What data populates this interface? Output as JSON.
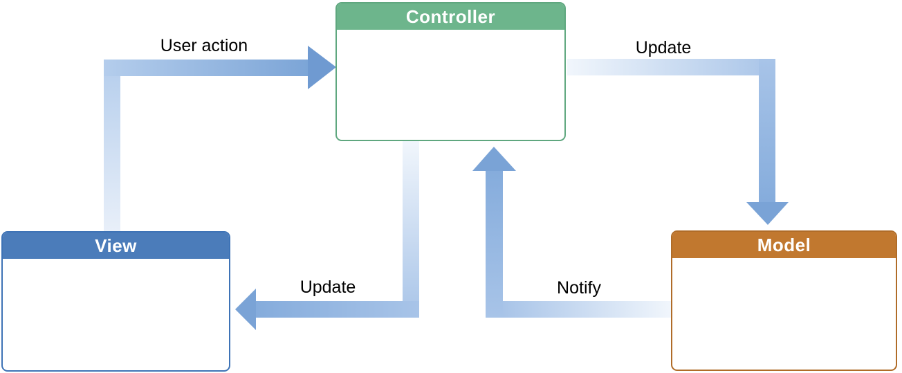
{
  "diagram": {
    "nodes": {
      "controller": {
        "label": "Controller",
        "header_color": "#6db58c",
        "border_color": "#5fa77f"
      },
      "view": {
        "label": "View",
        "header_color": "#4b7cba",
        "border_color": "#3e73b6"
      },
      "model": {
        "label": "Model",
        "header_color": "#c1782f",
        "border_color": "#b06c28"
      }
    },
    "edges": {
      "user_action": {
        "label": "User action",
        "from": "View",
        "to": "Controller"
      },
      "update_model": {
        "label": "Update",
        "from": "Controller",
        "to": "Model"
      },
      "update_view": {
        "label": "Update",
        "from": "Controller",
        "to": "View"
      },
      "notify": {
        "label": "Notify",
        "from": "Model",
        "to": "Controller"
      }
    },
    "arrow_colors": {
      "gradient_start": "#f1f6fc",
      "gradient_mid": "#a8c4e8",
      "gradient_dark": "#85acdc",
      "arrowhead": "#7aa3d6"
    },
    "background_color": "#ffffff",
    "label_text_color": "#000000"
  }
}
